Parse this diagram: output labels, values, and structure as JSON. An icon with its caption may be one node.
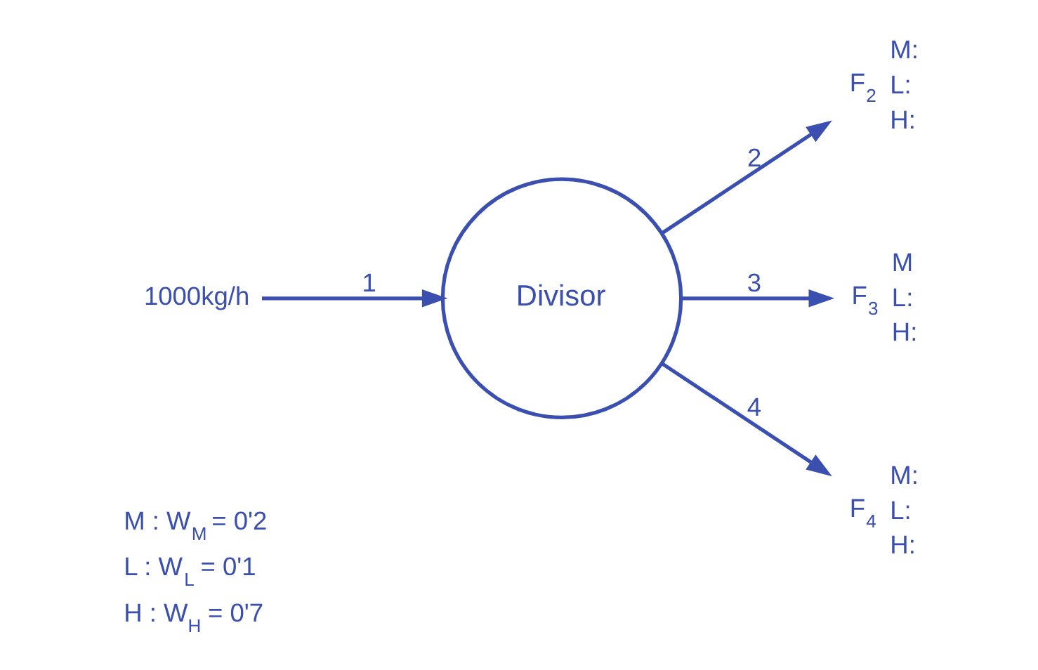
{
  "diagram": {
    "nodes": [
      {
        "text": [
          "1000kg/h"
        ]
      },
      {
        "text": [
          "Divisor"
        ]
      },
      {
        "text": [
          "F$_{2}$"
        ],
        "beside": [
          "M:",
          "L:",
          "H:"
        ]
      },
      {
        "text": [
          "F$_{3}$"
        ],
        "beside": [
          "M",
          "L:",
          "H:"
        ]
      },
      {
        "text": [
          "F$_{4}$"
        ],
        "beside": [
          "M:",
          "L:",
          "H:"
        ]
      }
    ],
    "edges": [
      {
        "from": 0,
        "to": 1,
        "arrow": "to",
        "label": "1"
      },
      {
        "from": 1,
        "to": 2,
        "arrow": "to",
        "label": "2"
      },
      {
        "from": 1,
        "to": 3,
        "arrow": "to",
        "label": "3"
      },
      {
        "from": 1,
        "to": 4,
        "arrow": "to",
        "label": "4"
      }
    ],
    "labels": [
      "M : W$_{M}$ = 0'2",
      "L : W$_{L}$ = 0'1",
      "H : W$_{H}$ = 0'7"
    ]
  }
}
